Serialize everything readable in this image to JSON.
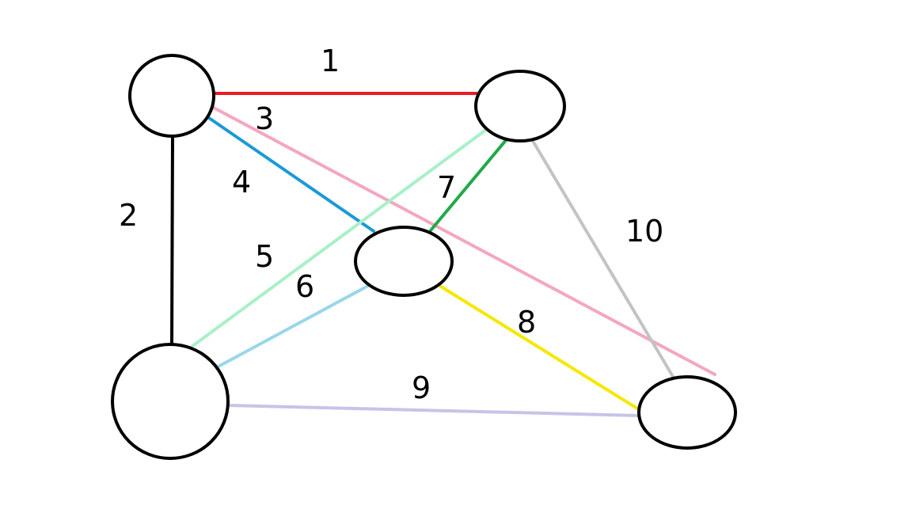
{
  "nodes": [
    {
      "id": "top-left"
    },
    {
      "id": "top-right"
    },
    {
      "id": "center"
    },
    {
      "id": "bottom-left"
    },
    {
      "id": "bottom-right"
    }
  ],
  "edges": [
    {
      "id": "e1",
      "label": "1",
      "color": "#ed1c24"
    },
    {
      "id": "e2",
      "label": "2",
      "color": "#000000"
    },
    {
      "id": "e3",
      "label": "3",
      "color": "#f4a6c1"
    },
    {
      "id": "e4",
      "label": "4",
      "color": "#1a9ad6"
    },
    {
      "id": "e5",
      "label": "5",
      "color": "#a8f0c8"
    },
    {
      "id": "e6",
      "label": "6",
      "color": "#99d6e8"
    },
    {
      "id": "e7",
      "label": "7",
      "color": "#22a84a"
    },
    {
      "id": "e8",
      "label": "8",
      "color": "#f5e800"
    },
    {
      "id": "e9",
      "label": "9",
      "color": "#c8c3e8"
    },
    {
      "id": "e10",
      "label": "10",
      "color": "#c3c3c3"
    }
  ]
}
